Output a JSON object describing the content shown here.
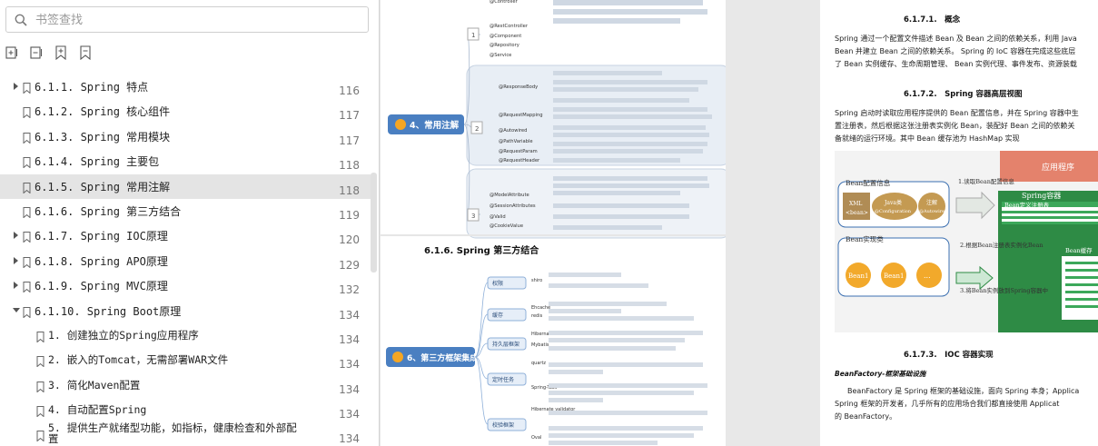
{
  "search": {
    "placeholder": "书签查找"
  },
  "bookmarks": [
    {
      "label": "6.1.1. Spring 特点",
      "page": "116",
      "expanded": false,
      "has_children": true
    },
    {
      "label": "6.1.2. Spring 核心组件",
      "page": "117",
      "has_children": false
    },
    {
      "label": "6.1.3. Spring 常用模块",
      "page": "117",
      "has_children": false
    },
    {
      "label": "6.1.4. Spring 主要包",
      "page": "118",
      "has_children": false
    },
    {
      "label": "6.1.5. Spring 常用注解",
      "page": "118",
      "has_children": false,
      "selected": true
    },
    {
      "label": "6.1.6. Spring 第三方结合",
      "page": "119",
      "has_children": false
    },
    {
      "label": "6.1.7. Spring IOC原理",
      "page": "120",
      "expanded": false,
      "has_children": true
    },
    {
      "label": "6.1.8. Spring APO原理",
      "page": "129",
      "expanded": false,
      "has_children": true
    },
    {
      "label": "6.1.9. Spring MVC原理",
      "page": "132",
      "expanded": false,
      "has_children": true
    },
    {
      "label": "6.1.10. Spring Boot原理",
      "page": "134",
      "expanded": true,
      "has_children": true
    },
    {
      "label": "1. 创建独立的Spring应用程序",
      "page": "134",
      "sub": true
    },
    {
      "label": "2. 嵌入的Tomcat，无需部署WAR文件",
      "page": "134",
      "sub": true
    },
    {
      "label": "3. 简化Maven配置",
      "page": "134",
      "sub": true
    },
    {
      "label": "4. 自动配置Spring",
      "page": "134",
      "sub": true
    },
    {
      "label": "5. 提供生产就绪型功能，如指标，健康检查和外部配置",
      "page": "134",
      "sub": true
    }
  ],
  "doc_left": {
    "mindmap1_root": "4、常用注解",
    "mindmap1_nodes": [
      "@Controller",
      "@RestController",
      "@Component",
      "@Repository",
      "@Service",
      "@ResponseBody",
      "@RequestMapping",
      "@Autowired",
      "@PathVariable",
      "@RequestParam",
      "@RequestHeader",
      "@ModelAttribute",
      "@SessionAttributes",
      "@Valid",
      "@CookieValue"
    ],
    "section_title": "6.1.6. Spring 第三方结合",
    "mindmap2_root": "6、第三方框架集成",
    "mindmap2_nodes": [
      "权限",
      "缓存",
      "持久层框架",
      "定时任务",
      "校验框架"
    ],
    "mindmap2_leaves": [
      "shiro",
      "Ehcache",
      "redis",
      "Hibernate",
      "Mybatis",
      "quartz",
      "Spring-Task",
      "Hibernate validator",
      "Oval"
    ]
  },
  "doc_right": {
    "h1": "6.1.7.1.　概念",
    "p1": [
      "Spring 通过一个配置文件描述 Bean 及 Bean 之间的依赖关系，利用 Java",
      "Bean 并建立 Bean 之间的依赖关系。 Spring 的 IoC 容器在完成这些底层",
      "了 Bean 实例缓存、生命周期管理、 Bean 实例代理、事件发布、资源装载"
    ],
    "h2": "6.1.7.2.　Spring 容器高层视图",
    "p2": [
      "Spring 启动时读取应用程序提供的 Bean 配置信息，并在 Spring 容器中生",
      "置注册表，然后根据这张注册表实例化 Bean，装配好 Bean 之间的依赖关",
      "备就绪的运行环境。其中 Bean 缓存池为 HashMap 实现"
    ],
    "diagram": {
      "app": "应用程序",
      "bean_config": "Bean配置信息",
      "xml": "XML",
      "bean_tag": "<bean>",
      "java_class": "Java类",
      "configuration": "@Configuration",
      "annotation": "注解",
      "autowire": "@Autowire",
      "step1": "1.读取Bean配置信息",
      "container": "Spring容器",
      "registry": "Bean定义注册表",
      "impl_class": "Bean实现类",
      "bean1": "Bean1",
      "bean2": "Bean1",
      "dots": "...",
      "step2": "2.根据Bean注册表实例化Bean",
      "step3": "3.将Bean实例放到Spring容器中",
      "cache": "Bean缓存"
    },
    "h3": "6.1.7.3.　IOC 容器实现",
    "h4": "BeanFactory-框架基础设施",
    "p4": [
      "BeanFactory 是 Spring 框架的基础设施，面向 Spring 本身；Applica",
      "Spring 框架的开发者，几乎所有的应用场合我们都直接使用 Applicat",
      "的 BeanFactory。"
    ]
  },
  "colors": {
    "accent_orange": "#f5a623",
    "node_blue": "#4a7fc1",
    "highlight_green": "#2ea34a"
  }
}
